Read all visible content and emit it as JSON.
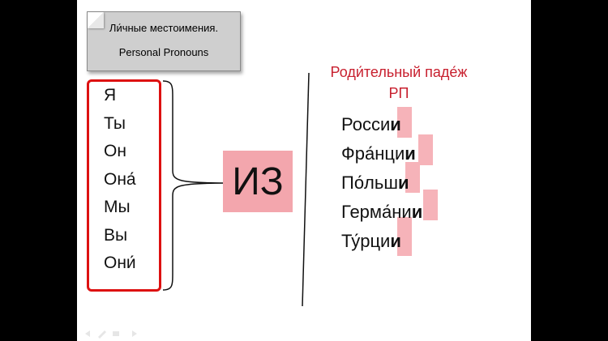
{
  "note": {
    "title": "Ли́чные местоимения.",
    "subtitle": "Personal Pronouns"
  },
  "pronouns": [
    "Я",
    "Ты",
    "Он",
    "Она́",
    "Мы",
    "Вы",
    "Они́"
  ],
  "preposition": "ИЗ",
  "case": {
    "title": "Роди́тельный паде́ж",
    "abbr": "РП"
  },
  "words": [
    {
      "stem": "Росси",
      "ending": "и"
    },
    {
      "stem": "Фра́нци",
      "ending": "и"
    },
    {
      "stem": "По́льш",
      "ending": "и"
    },
    {
      "stem": "Герма́ни",
      "ending": "и"
    },
    {
      "stem": "Ту́рци",
      "ending": "и"
    }
  ],
  "colors": {
    "accent_red": "#c8202f",
    "box_red": "#dd1111",
    "highlight_pink": "#f6b3b9",
    "page_bg": "#000000",
    "slide_bg": "#ffffff"
  }
}
